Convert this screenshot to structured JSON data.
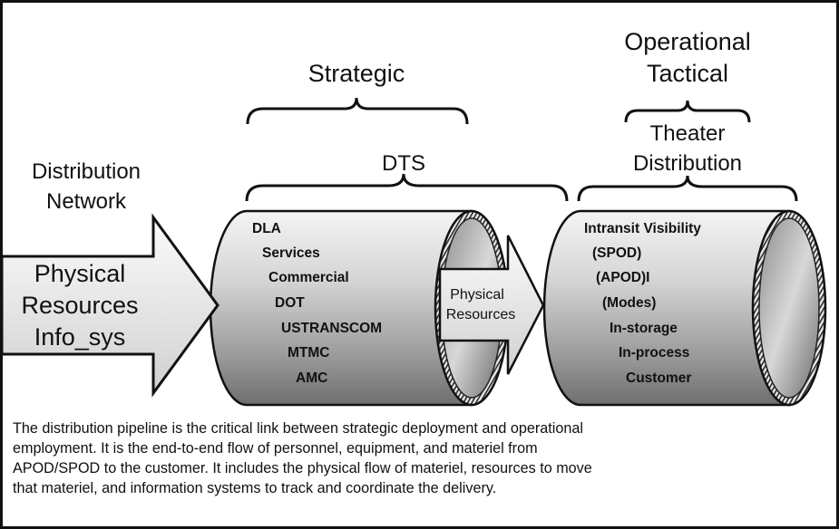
{
  "headers": {
    "strategic": "Strategic",
    "operational": "Operational",
    "tactical": "Tactical",
    "dts": "DTS",
    "theater": "Theater",
    "distribution": "Distribution",
    "dist_network_line1": "Distribution",
    "dist_network_line2": "Network"
  },
  "input_arrow": {
    "line1": "Physical",
    "line2": "Resources",
    "line3": "Info_sys"
  },
  "middle_arrow": {
    "line1": "Physical",
    "line2": "Resources"
  },
  "strategic_items": [
    "DLA",
    "Services",
    "Commercial",
    "DOT",
    "USTRANSCOM",
    "MTMC",
    "AMC"
  ],
  "theater_items": [
    "Intransit Visibility",
    "(SPOD)",
    "(APOD)I",
    "(Modes)",
    "In-storage",
    "In-process",
    "Customer"
  ],
  "caption": {
    "line1": "The distribution pipeline is the critical link between strategic deployment and operational",
    "line2": "employment.  It is the end-to-end flow of personnel, equipment, and materiel from",
    "line3": "APOD/SPOD to the customer.  It includes the physical flow of materiel, resources to move",
    "line4": "that materiel, and information systems to track and coordinate the delivery."
  }
}
